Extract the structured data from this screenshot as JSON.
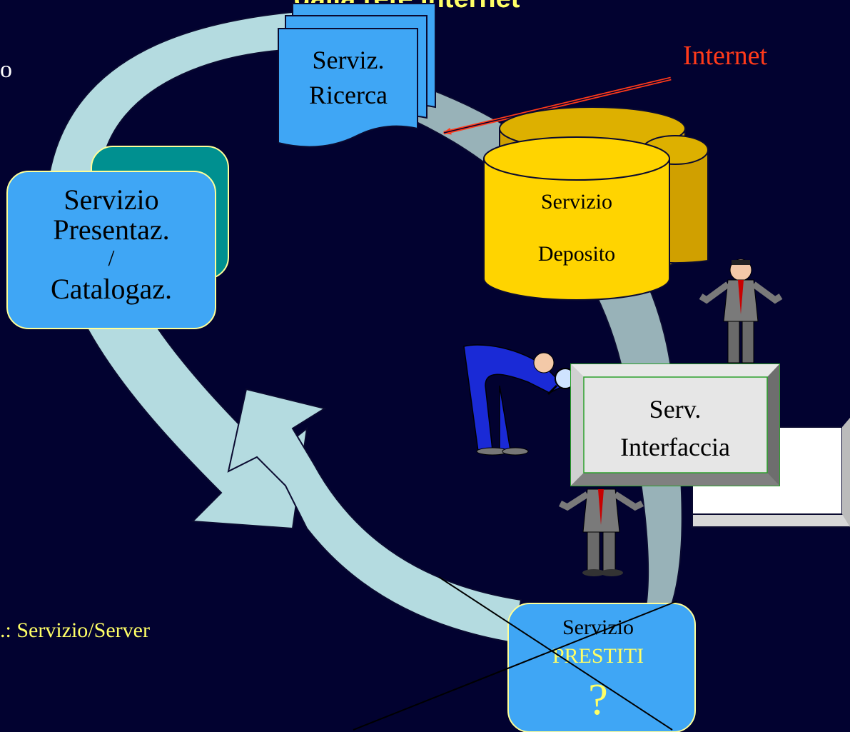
{
  "title_fragment": "dalla rete Internet",
  "left_fragment": "o",
  "footer_note": ".: Servizio/Server",
  "internet_label": "Internet",
  "nodes": {
    "ricerca": {
      "line1": "Serviz.",
      "line2": "Ricerca"
    },
    "presentazione": {
      "line1": "Servizio",
      "line2": "Presentaz.",
      "line3": "/",
      "line4": "Catalogaz."
    },
    "deposito": {
      "line1": "Servizio",
      "line2": "Deposito"
    },
    "interfaccia": {
      "line1": "Serv.",
      "line2": "Interfaccia"
    },
    "prestiti": {
      "line1": "Servizio",
      "line2": "PRESTITI",
      "line3": "?"
    }
  },
  "colors": {
    "background": "#020230",
    "arrow_light": "#b4dbe0",
    "arrow_grey": "#98b2b8",
    "box_blue": "#3fa6f5",
    "box_teal": "#009090",
    "db_yellow": "#ffd400",
    "db_gold": "#d0a000",
    "internet_red": "#ff3a1a",
    "note_yellow": "#ffff66"
  }
}
